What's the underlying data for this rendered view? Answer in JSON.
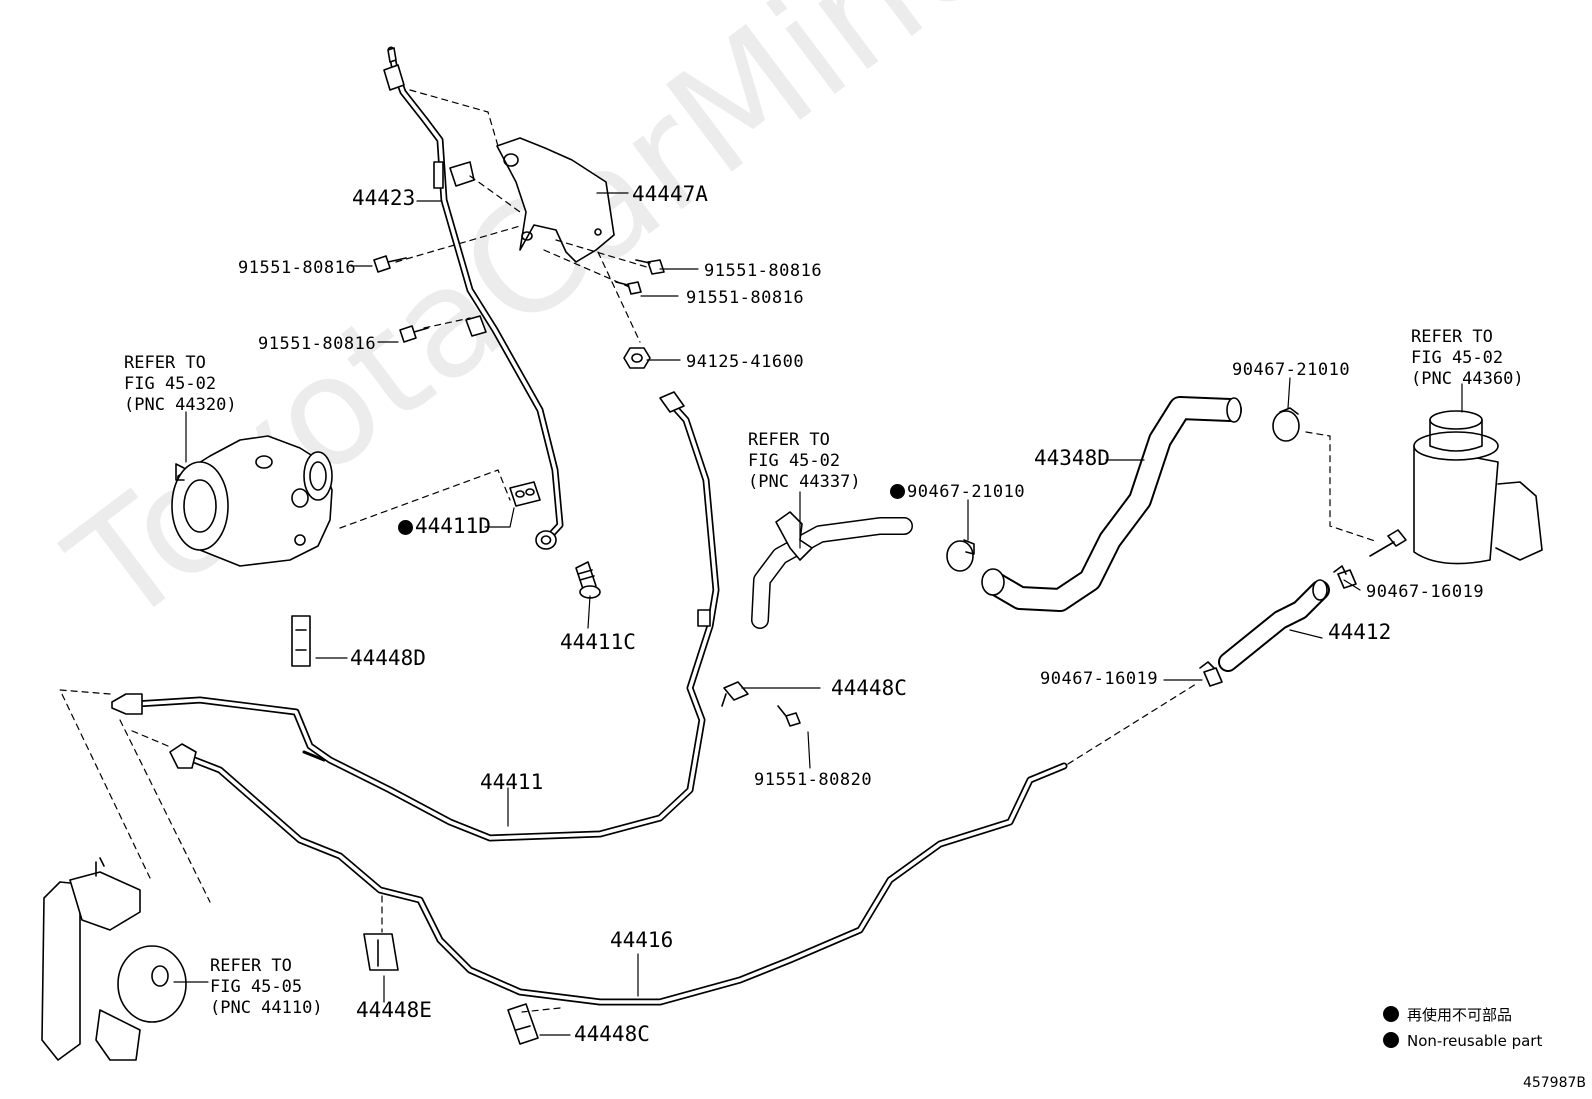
{
  "watermark": "ToyotaCarMine.ru",
  "diagram_id": "457987B",
  "legend": {
    "items": [
      {
        "text": "再使用不可部品"
      },
      {
        "text": "Non-reusable part"
      }
    ]
  },
  "refs": [
    {
      "lines": [
        "REFER TO",
        "FIG 45-02",
        "(PNC 44320)"
      ]
    },
    {
      "lines": [
        "REFER TO",
        "FIG 45-02",
        "(PNC 44337)"
      ]
    },
    {
      "lines": [
        "REFER TO",
        "FIG 45-02",
        "(PNC 44360)"
      ]
    },
    {
      "lines": [
        "REFER TO",
        "FIG 45-05",
        "(PNC 44110)"
      ]
    }
  ],
  "parts": {
    "p44423": "44423",
    "p44447A": "44447A",
    "p91551_80816_a": "91551-80816",
    "p91551_80816_b": "91551-80816",
    "p91551_80816_c": "91551-80816",
    "p91551_80816_d": "91551-80816",
    "p94125_41600": "94125-41600",
    "p44411D": "44411D",
    "p44411C": "44411C",
    "p44448D": "44448D",
    "p44448C_a": "44448C",
    "p91551_80820": "91551-80820",
    "p44411": "44411",
    "p44416": "44416",
    "p44448E": "44448E",
    "p44448C_b": "44448C",
    "p90467_21010_a": "90467-21010",
    "p90467_21010_b": "90467-21010",
    "p44348D": "44348D",
    "p90467_16019_a": "90467-16019",
    "p90467_16019_b": "90467-16019",
    "p44412": "44412"
  }
}
